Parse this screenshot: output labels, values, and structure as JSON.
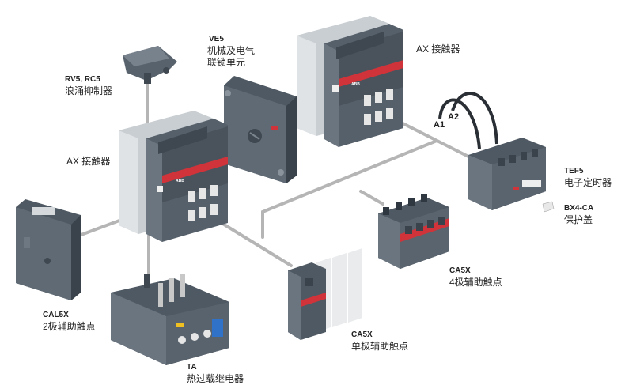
{
  "accessories": {
    "rv5": {
      "code": "RV5, RC5",
      "name": "浪涌抑制器"
    },
    "ve5": {
      "code": "VE5",
      "name_line1": "机械及电气",
      "name_line2": "联锁单元"
    },
    "ax_left": {
      "name": "AX 接触器"
    },
    "ax_right": {
      "name": "AX 接触器"
    },
    "tef5": {
      "code": "TEF5",
      "name": "电子定时器"
    },
    "bx4": {
      "code": "BX4-CA",
      "name": "保护盖"
    },
    "cal5x": {
      "code": "CAL5X",
      "name": "2极辅助触点"
    },
    "ca5x_4": {
      "code": "CA5X",
      "name": "4极辅助触点"
    },
    "ca5x_1": {
      "code": "CA5X",
      "name": "单极辅助触点"
    },
    "ta": {
      "code": "TA",
      "name": "热过载继电器"
    }
  },
  "wires": {
    "a1": "A1",
    "a2": "A2"
  },
  "brand_mark": "ABB",
  "colors": {
    "body_dark": "#4f5963",
    "body_mid": "#6b7580",
    "body_light": "#c9ced2",
    "accent_red": "#d0343a",
    "connector": "#b3b3b3",
    "terminal_blue": "#2f72c8"
  }
}
